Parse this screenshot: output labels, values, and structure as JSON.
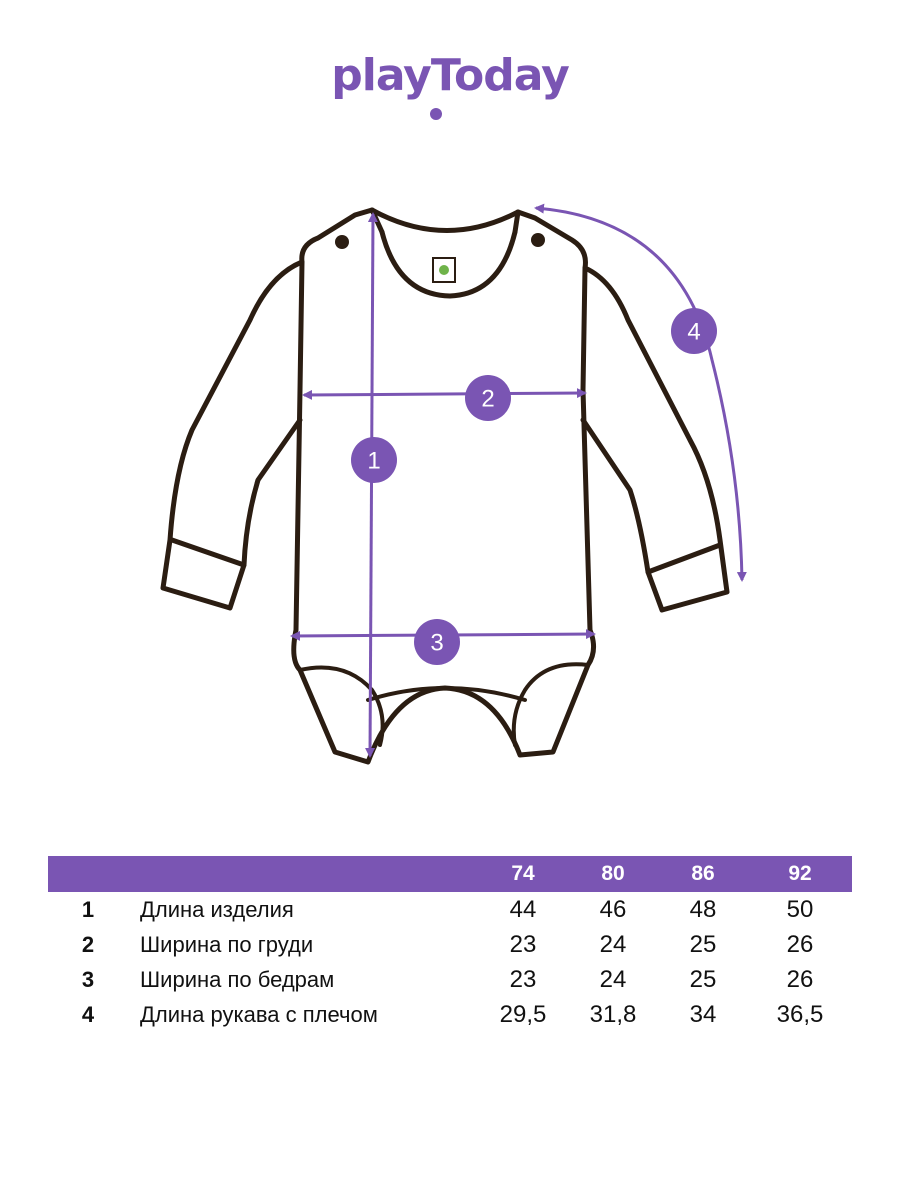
{
  "brand": {
    "logo": "playToday",
    "color": "#7a55b3"
  },
  "diagram": {
    "markers": [
      {
        "label": "1"
      },
      {
        "label": "2"
      },
      {
        "label": "3"
      },
      {
        "label": "4"
      }
    ],
    "outline_color": "#2b1d12",
    "arrow_color": "#7a55b3"
  },
  "table": {
    "sizes": [
      "74",
      "80",
      "86",
      "92"
    ],
    "rows": [
      {
        "num": "1",
        "name": "Длина изделия",
        "values": [
          "44",
          "46",
          "48",
          "50"
        ]
      },
      {
        "num": "2",
        "name": "Ширина по груди",
        "values": [
          "23",
          "24",
          "25",
          "26"
        ]
      },
      {
        "num": "3",
        "name": "Ширина по бедрам",
        "values": [
          "23",
          "24",
          "25",
          "26"
        ]
      },
      {
        "num": "4",
        "name": "Длина рукава с плечом",
        "values": [
          "29,5",
          "31,8",
          "34",
          "36,5"
        ]
      }
    ]
  }
}
